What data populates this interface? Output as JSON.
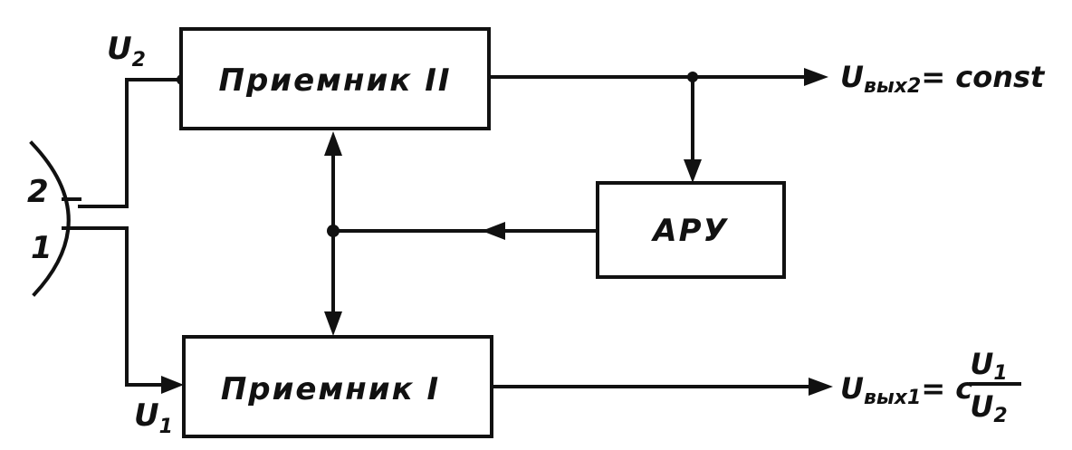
{
  "blocks": {
    "receiver2": "Приемник II",
    "receiver1": "Приемник I",
    "agc": "АРУ"
  },
  "antenna": {
    "port2": "2",
    "port1": "1"
  },
  "signals": {
    "u2_main": "U",
    "u2_sub": "2",
    "u1_main": "U",
    "u1_sub": "1"
  },
  "outputs": {
    "out2_main": "U",
    "out2_sub": "вых2",
    "out2_rest": "= const",
    "out1_main": "U",
    "out1_sub": "вых1",
    "out1_coef": "= c",
    "out1_num": "U",
    "out1_num_sub": "1",
    "out1_den": "U",
    "out1_den_sub": "2"
  }
}
